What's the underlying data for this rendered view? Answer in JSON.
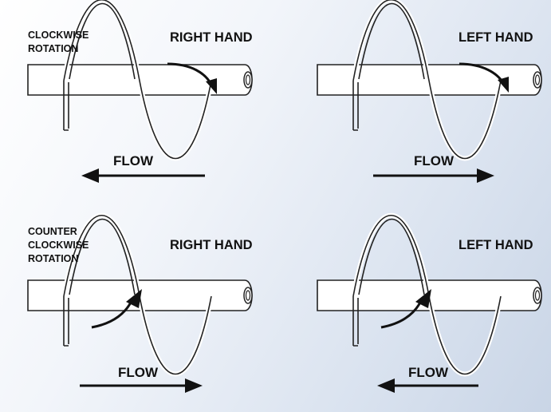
{
  "colors": {
    "ink": "#111111",
    "shaft": "#ffffff",
    "background_light": "#ffffff",
    "background_dark": "#c9d5e6"
  },
  "panels": [
    {
      "id": "clockwise-right",
      "rotation_label": [
        "CLOCKWISE",
        "ROTATION"
      ],
      "hand_label": "RIGHT HAND",
      "flow_label": "FLOW",
      "flow_direction": "left",
      "rotation": "clockwise",
      "hand": "right"
    },
    {
      "id": "clockwise-left",
      "rotation_label": [],
      "hand_label": "LEFT HAND",
      "flow_label": "FLOW",
      "flow_direction": "right",
      "rotation": "clockwise",
      "hand": "left"
    },
    {
      "id": "counter-right",
      "rotation_label": [
        "COUNTER",
        "CLOCKWISE",
        "ROTATION"
      ],
      "hand_label": "RIGHT HAND",
      "flow_label": "FLOW",
      "flow_direction": "right",
      "rotation": "counterclockwise",
      "hand": "right"
    },
    {
      "id": "counter-left",
      "rotation_label": [],
      "hand_label": "LEFT HAND",
      "flow_label": "FLOW",
      "flow_direction": "left",
      "rotation": "counterclockwise",
      "hand": "left"
    }
  ]
}
